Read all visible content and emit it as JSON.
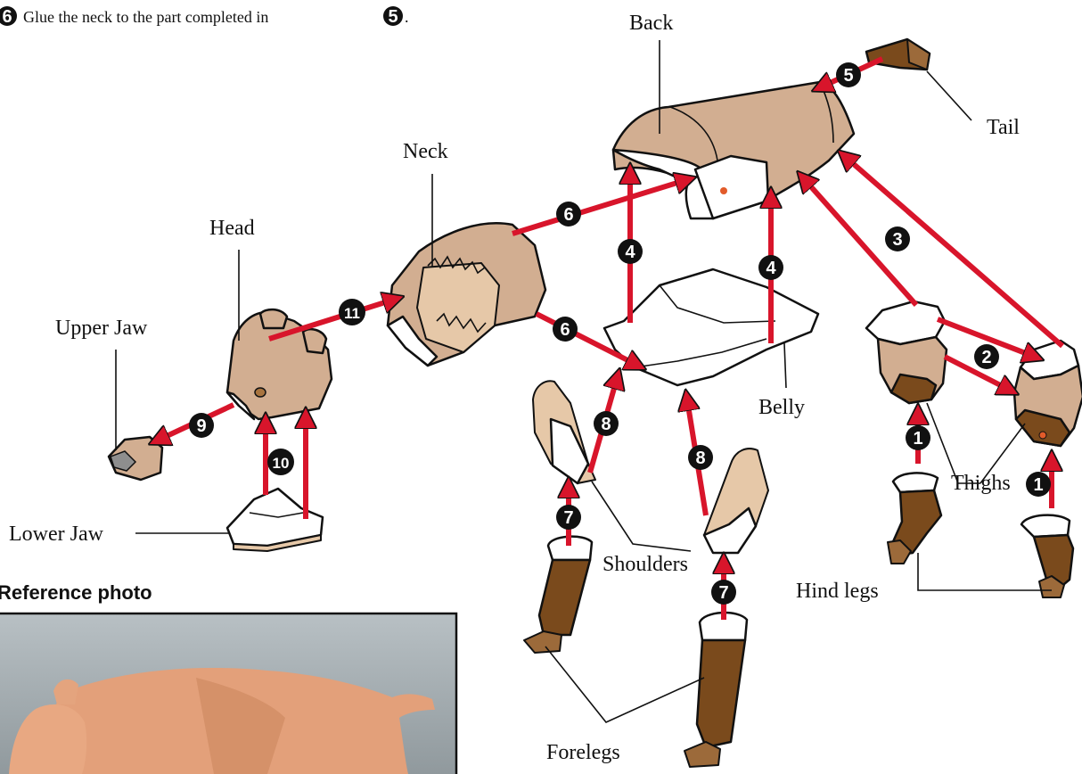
{
  "instruction": {
    "number": "6",
    "text": "Glue the neck to the part completed in",
    "ref": "5",
    "end": "."
  },
  "labels": {
    "back": "Back",
    "tail": "Tail",
    "neck": "Neck",
    "head": "Head",
    "upper_jaw": "Upper Jaw",
    "lower_jaw": "Lower Jaw",
    "belly": "Belly",
    "thighs": "Thighs",
    "shoulders": "Shoulders",
    "hind_legs": "Hind legs",
    "forelegs": "Forelegs"
  },
  "reference_heading": "Reference photo",
  "steps": {
    "s1": "1",
    "s2": "2",
    "s3": "3",
    "s4": "4",
    "s5": "5",
    "s6": "6",
    "s7": "7",
    "s8": "8",
    "s9": "9",
    "s10": "10",
    "s11": "11"
  },
  "colors": {
    "arrow": "#d8152b",
    "part_tan": "#d2ae91",
    "part_brown": "#7a4a1c"
  }
}
